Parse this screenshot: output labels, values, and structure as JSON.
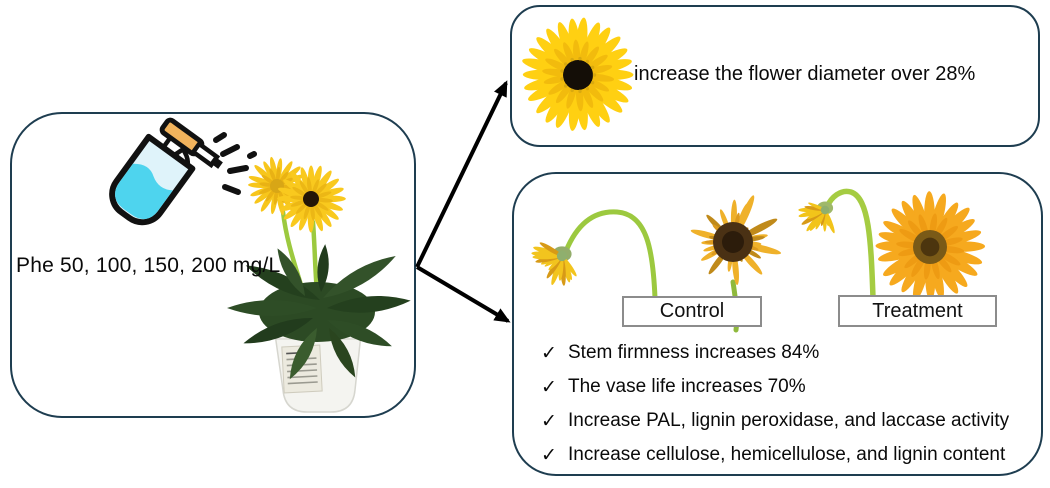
{
  "figure": {
    "left_panel": {
      "label": "Phe 50, 100, 150, 200 mg/L",
      "icons": [
        "spray-bottle-icon",
        "potted-gerbera-plant-image"
      ]
    },
    "top_panel": {
      "text": "increase the flower diameter over 28%",
      "icon": "gerbera-flower-image"
    },
    "bottom_panel": {
      "groups": [
        {
          "label": "Control",
          "image": "control-flowers-image"
        },
        {
          "label": "Treatment",
          "image": "treatment-flowers-image"
        }
      ],
      "check_glyph": "✓",
      "findings": [
        "Stem firmness increases 84%",
        "The vase life increases 70%",
        "Increase PAL, lignin peroxidase, and laccase activity",
        "Increase cellulose, hemicellulose, and lignin content"
      ]
    },
    "colors": {
      "panel_border": "#1e3d50",
      "label_border": "#8c8c8c",
      "petal_yellow": "#ffd012",
      "petal_orange": "#f6a91e",
      "stem_green": "#9cc93f",
      "liquid_cyan": "#4ed4ee",
      "cap_tan": "#f2b35c"
    }
  }
}
